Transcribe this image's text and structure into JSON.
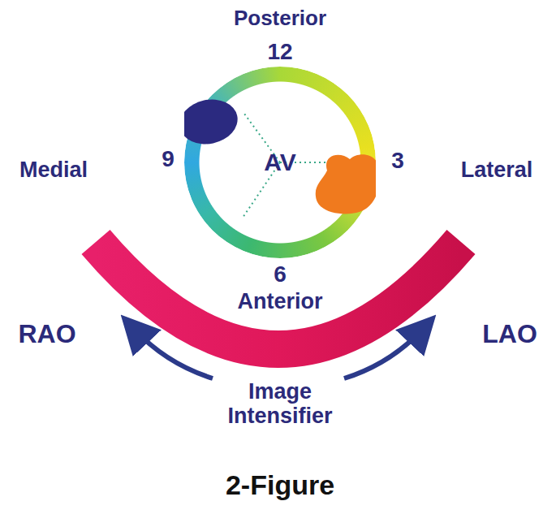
{
  "diagram": {
    "caption": "2-Figure",
    "nodes": [
      {
        "text": [
          "AV"
        ]
      }
    ],
    "labels": [
      "Posterior",
      "12",
      "Medial",
      "9",
      "3",
      "Lateral",
      "6",
      "Anterior",
      "RAO",
      "LAO",
      "Image Intensifier"
    ]
  }
}
